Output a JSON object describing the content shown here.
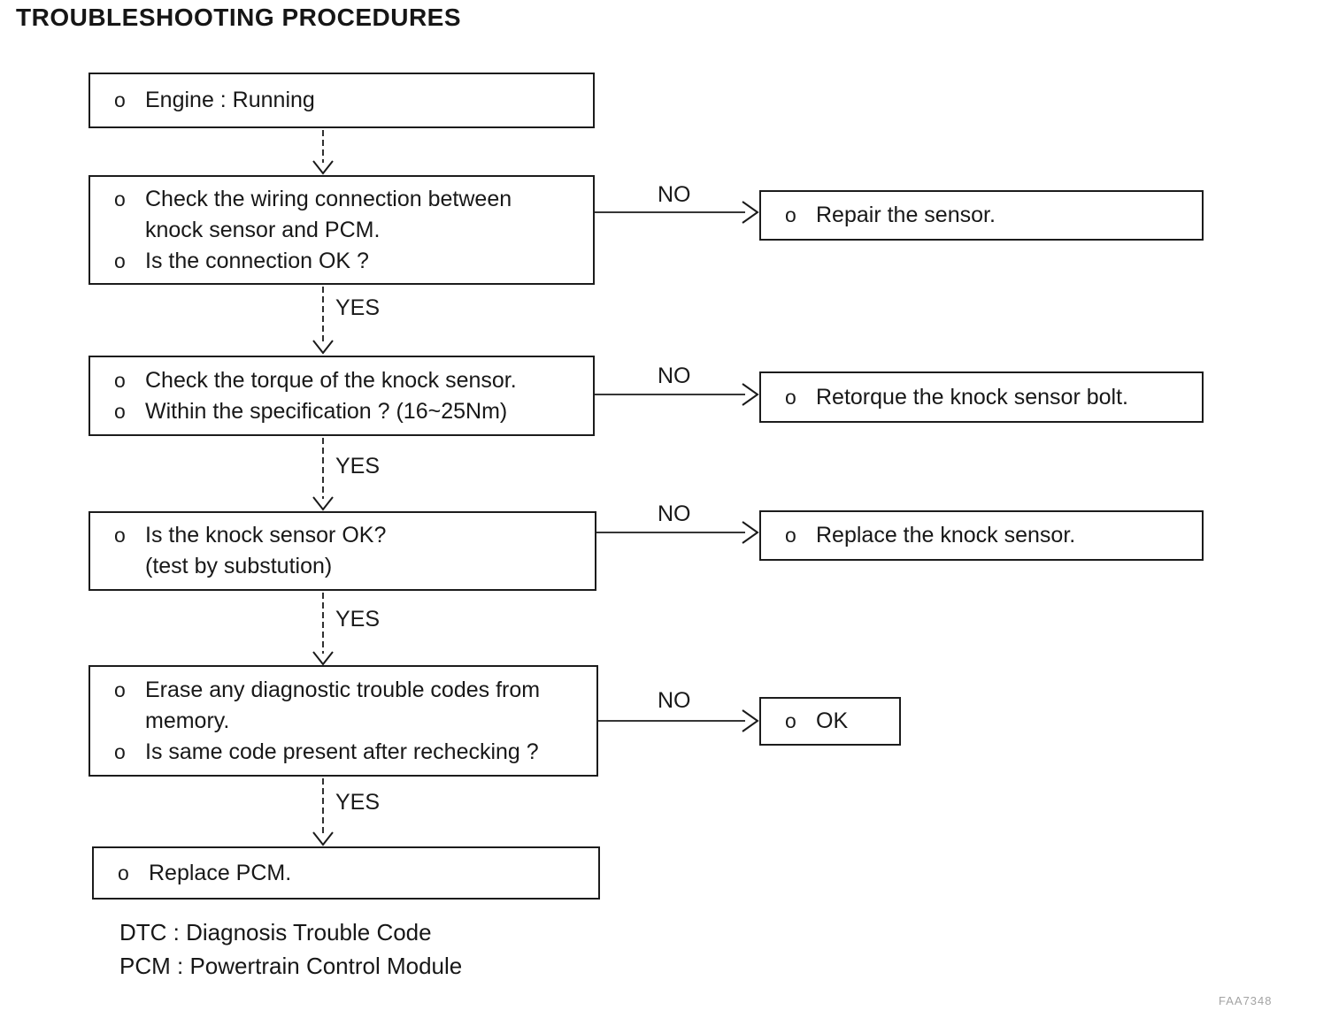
{
  "title": "TROUBLESHOOTING PROCEDURES",
  "colors": {
    "ink": "#1a1a1a",
    "paper": "#ffffff",
    "code_gray": "#8c8c8c"
  },
  "connector_labels": {
    "yes": "YES",
    "no": "NO"
  },
  "boxes": {
    "engine": {
      "lines": [
        {
          "bullet": "o",
          "text": "Engine : Running"
        }
      ]
    },
    "wiring": {
      "lines": [
        {
          "bullet": "o",
          "text": "Check the wiring connection between"
        },
        {
          "bullet": "",
          "text": "knock sensor and PCM."
        },
        {
          "bullet": "o",
          "text": "Is the connection OK ?"
        }
      ]
    },
    "torque": {
      "lines": [
        {
          "bullet": "o",
          "text": "Check the torque of the knock sensor."
        },
        {
          "bullet": "o",
          "text": "Within the specification ? (16~25Nm)"
        }
      ]
    },
    "sensor_ok": {
      "lines": [
        {
          "bullet": "o",
          "text": "Is the knock sensor OK?"
        },
        {
          "bullet": "",
          "text": "(test by substution)"
        }
      ]
    },
    "erase_codes": {
      "lines": [
        {
          "bullet": "o",
          "text": "Erase any diagnostic trouble codes from"
        },
        {
          "bullet": "",
          "text": "memory."
        },
        {
          "bullet": "o",
          "text": "Is same code present after rechecking ?"
        }
      ]
    },
    "replace_pcm": {
      "lines": [
        {
          "bullet": "o",
          "text": "Replace PCM."
        }
      ]
    },
    "repair_sensor": {
      "lines": [
        {
          "bullet": "o",
          "text": "Repair the sensor."
        }
      ]
    },
    "retorque_bolt": {
      "lines": [
        {
          "bullet": "o",
          "text": "Retorque the knock sensor bolt."
        }
      ]
    },
    "replace_sensor": {
      "lines": [
        {
          "bullet": "o",
          "text": "Replace the knock sensor."
        }
      ]
    },
    "ok": {
      "lines": [
        {
          "bullet": "o",
          "text": "OK"
        }
      ]
    }
  },
  "legend": {
    "line1": "DTC : Diagnosis Trouble Code",
    "line2": "PCM : Powertrain Control Module"
  },
  "page_code": "FAA7348"
}
